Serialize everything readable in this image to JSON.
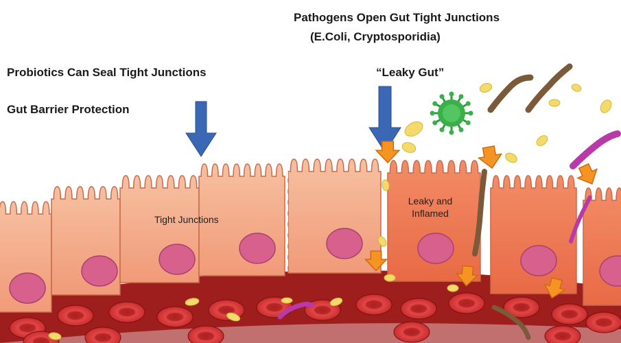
{
  "labels": {
    "pathogens_line1": "Pathogens Open Gut Tight Junctions",
    "pathogens_line2": "(E.Coli,  Cryptosporidia)",
    "probiotics": "Probiotics Can Seal Tight Junctions",
    "leaky_gut": "“Leaky Gut”",
    "gut_barrier": "Gut Barrier Protection",
    "tight_junctions": "Tight Junctions",
    "leaky_inflamed_1": "Leaky and",
    "leaky_inflamed_2": "Inflamed"
  },
  "colors": {
    "cell_fill": "#f2a882",
    "cell_fill_light": "#f7c7a8",
    "cell_stroke": "#c46a4a",
    "inflamed_fill": "#ee7b55",
    "nucleus": "#d85a86",
    "blood": "#9e1d1d",
    "rbc": "#d93a3a",
    "arrow_blue": "#3a68b4",
    "arrow_orange": "#f59323",
    "yellow_bacteria": "#f3da6a",
    "virus_green": "#3ab04a",
    "worm_brown": "#7b5a3a",
    "parasite_purple": "#b83aa8"
  }
}
